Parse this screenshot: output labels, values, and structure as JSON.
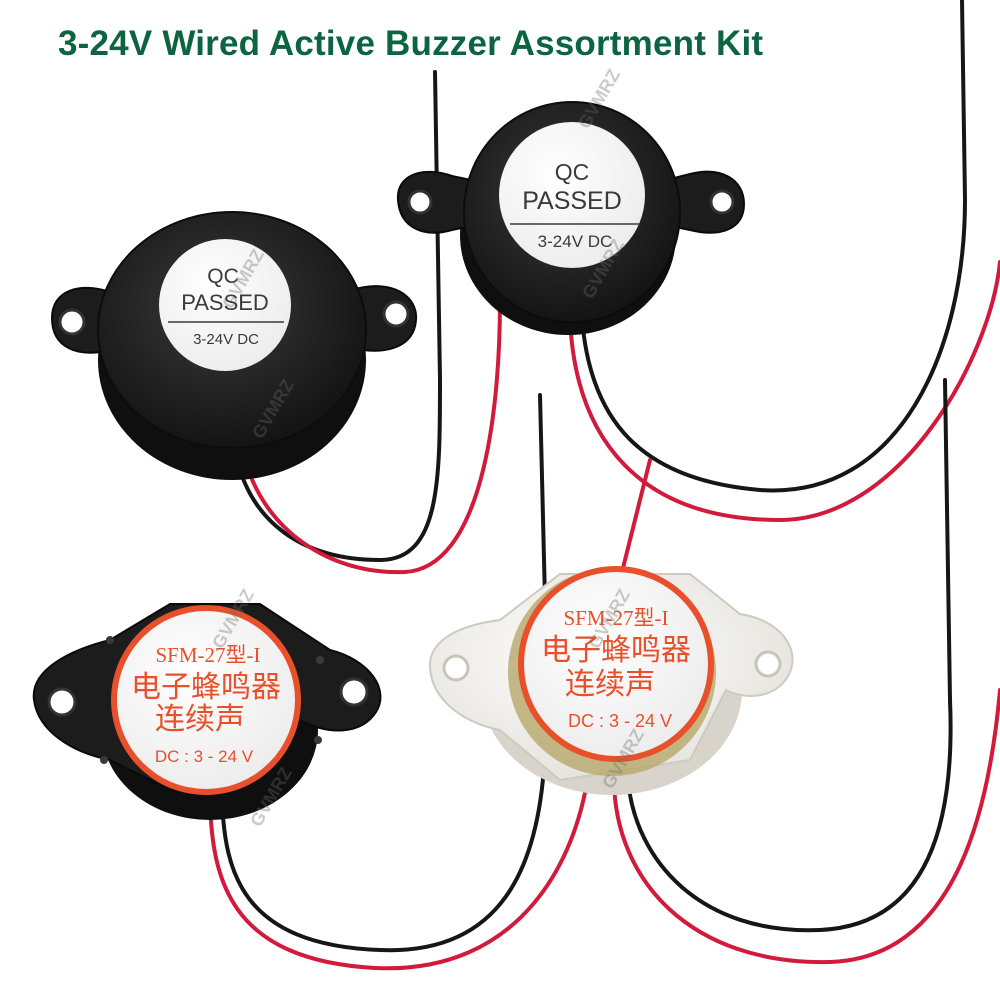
{
  "title": "3-24V Wired Active Buzzer Assortment Kit",
  "colors": {
    "title": "#0c6440",
    "black_body": "#1b1b1b",
    "white_body": "#f2f0ec",
    "red_label": "#e8502b",
    "red_wire": "#d11a3c",
    "black_wire": "#161616"
  },
  "watermark": "GVMRZ",
  "buzzers": [
    {
      "label_line1": "QC",
      "label_line2": "PASSED",
      "label_line3": "3-24V DC"
    },
    {
      "label_line1": "QC",
      "label_line2": "PASSED",
      "label_line3": "3-24V DC"
    },
    {
      "label_line1": "SFM-27型-I",
      "label_line2": "电子蜂鸣器",
      "label_line3": "连续声",
      "label_line4": "DC : 3 - 24 V"
    },
    {
      "label_line1": "SFM-27型-I",
      "label_line2": "电子蜂鸣器",
      "label_line3": "连续声",
      "label_line4": "DC : 3 - 24 V"
    }
  ]
}
